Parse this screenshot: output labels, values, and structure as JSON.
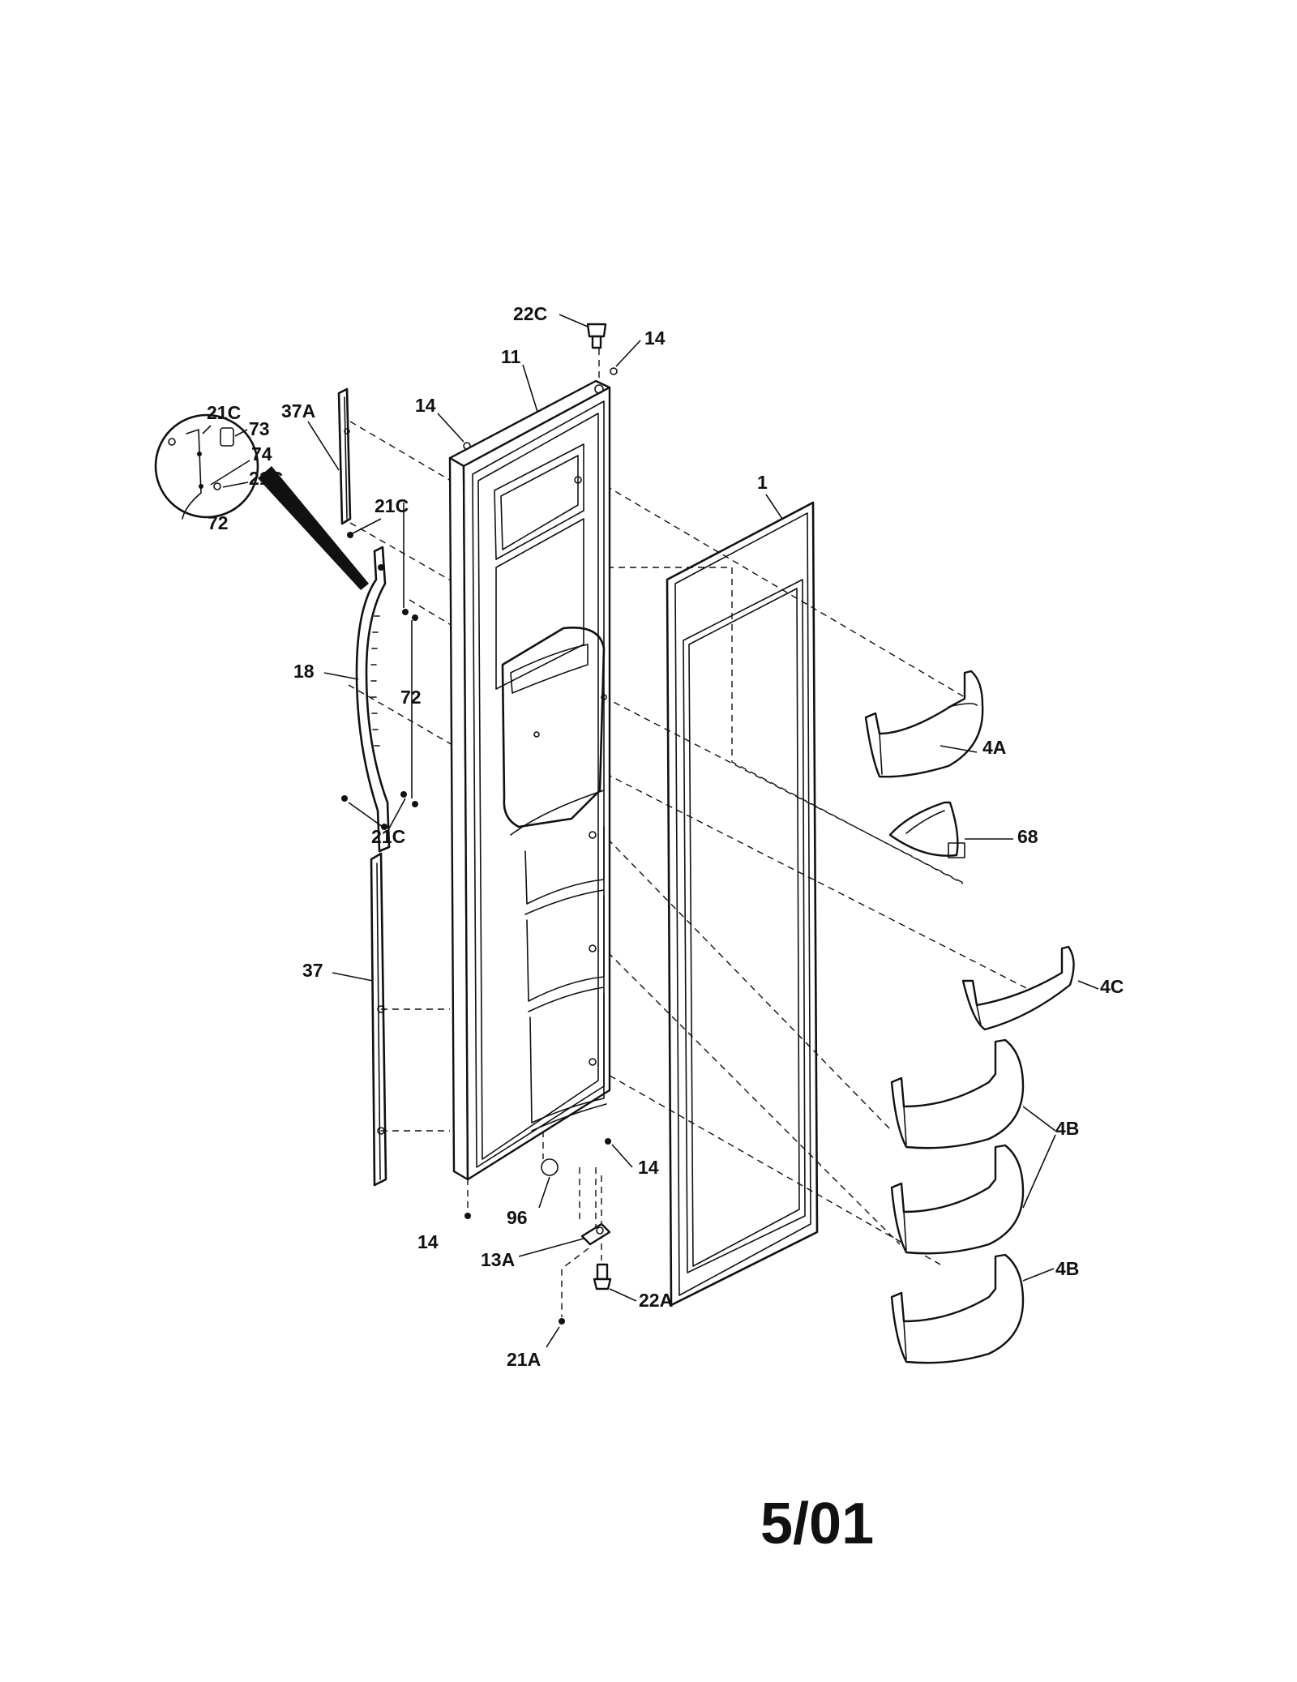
{
  "labels": {
    "p22C": "22C",
    "p14_top": "14",
    "p11": "11",
    "p14_left_top": "14",
    "p37A": "37A",
    "p21C_inset_a": "21C",
    "p73": "73",
    "p74": "74",
    "p21C_inset_b": "21C",
    "p72_inset": "72",
    "p21C_upper": "21C",
    "p1": "1",
    "p18": "18",
    "p72": "72",
    "p4A": "4A",
    "p21C_lower": "21C",
    "p68": "68",
    "p37": "37",
    "p4C": "4C",
    "p4B_a": "4B",
    "p14_right_bottom": "14",
    "p96": "96",
    "p14_left_bottom": "14",
    "p13A": "13A",
    "p4B_b": "4B",
    "p22A": "22A",
    "p21A": "21A"
  },
  "footer": {
    "date_code": "5/01"
  }
}
